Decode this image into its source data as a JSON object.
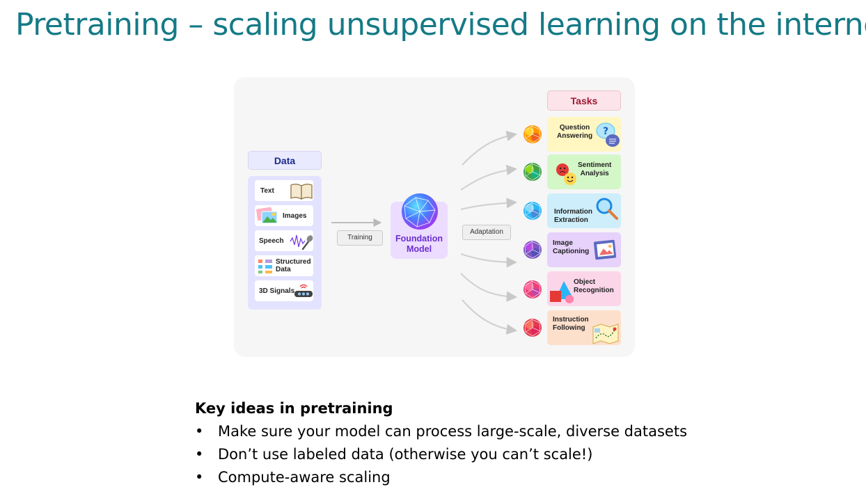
{
  "slide": {
    "title": "Pretraining – scaling unsupervised learning on the internet"
  },
  "diagram": {
    "data_header": "Data",
    "data_items": [
      {
        "label": "Text",
        "icon": "book-icon"
      },
      {
        "label": "Images",
        "icon": "images-icon"
      },
      {
        "label": "Speech",
        "icon": "microphone-wave-icon"
      },
      {
        "label": "Structured\nData",
        "icon": "structured-data-icon"
      },
      {
        "label": "3D Signals",
        "icon": "sensor-device-icon"
      }
    ],
    "training_label": "Training",
    "model_label": "Foundation\nModel",
    "adaptation_label": "Adaptation",
    "tasks_header": "Tasks",
    "tasks": [
      {
        "label": "Question\nAnswering",
        "icon": "question-bubble-icon",
        "color": "#fff6c2"
      },
      {
        "label": "Sentiment\nAnalysis",
        "icon": "emoji-faces-icon",
        "color": "#d4f7c8"
      },
      {
        "label": "Information\nExtraction",
        "icon": "magnifier-icon",
        "color": "#cdeefa"
      },
      {
        "label": "Image\nCaptioning",
        "icon": "framed-picture-icon",
        "color": "#e7d2fb"
      },
      {
        "label": "Object\nRecognition",
        "icon": "shapes-icon",
        "color": "#fbd6e9"
      },
      {
        "label": "Instruction\nFollowing",
        "icon": "map-icon",
        "color": "#fde0cc"
      }
    ]
  },
  "key_ideas": {
    "title": "Key ideas in pretraining",
    "bullets": [
      "Make sure your model can process large-scale, diverse datasets",
      "Don’t use labeled data (otherwise you can’t scale!)",
      "Compute-aware scaling"
    ]
  },
  "colors": {
    "title": "#157a86",
    "data_panel": "#e4e3ff",
    "model_box": "#ecdcff",
    "model_text": "#6a2fd0",
    "tasks_header": "#fde3ea"
  }
}
